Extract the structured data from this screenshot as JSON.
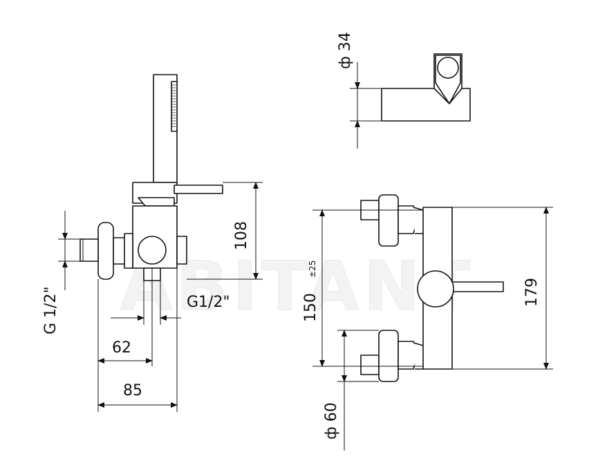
{
  "watermark": "ABITANT",
  "dimensions": {
    "d34": "ф 34",
    "h108": "108",
    "g12_side": "G 1/2\"",
    "g12_front": "G1/2\"",
    "w62": "62",
    "w85": "85",
    "h150": "150",
    "tol150": "±25",
    "h179": "179",
    "d60": "ф 60"
  }
}
